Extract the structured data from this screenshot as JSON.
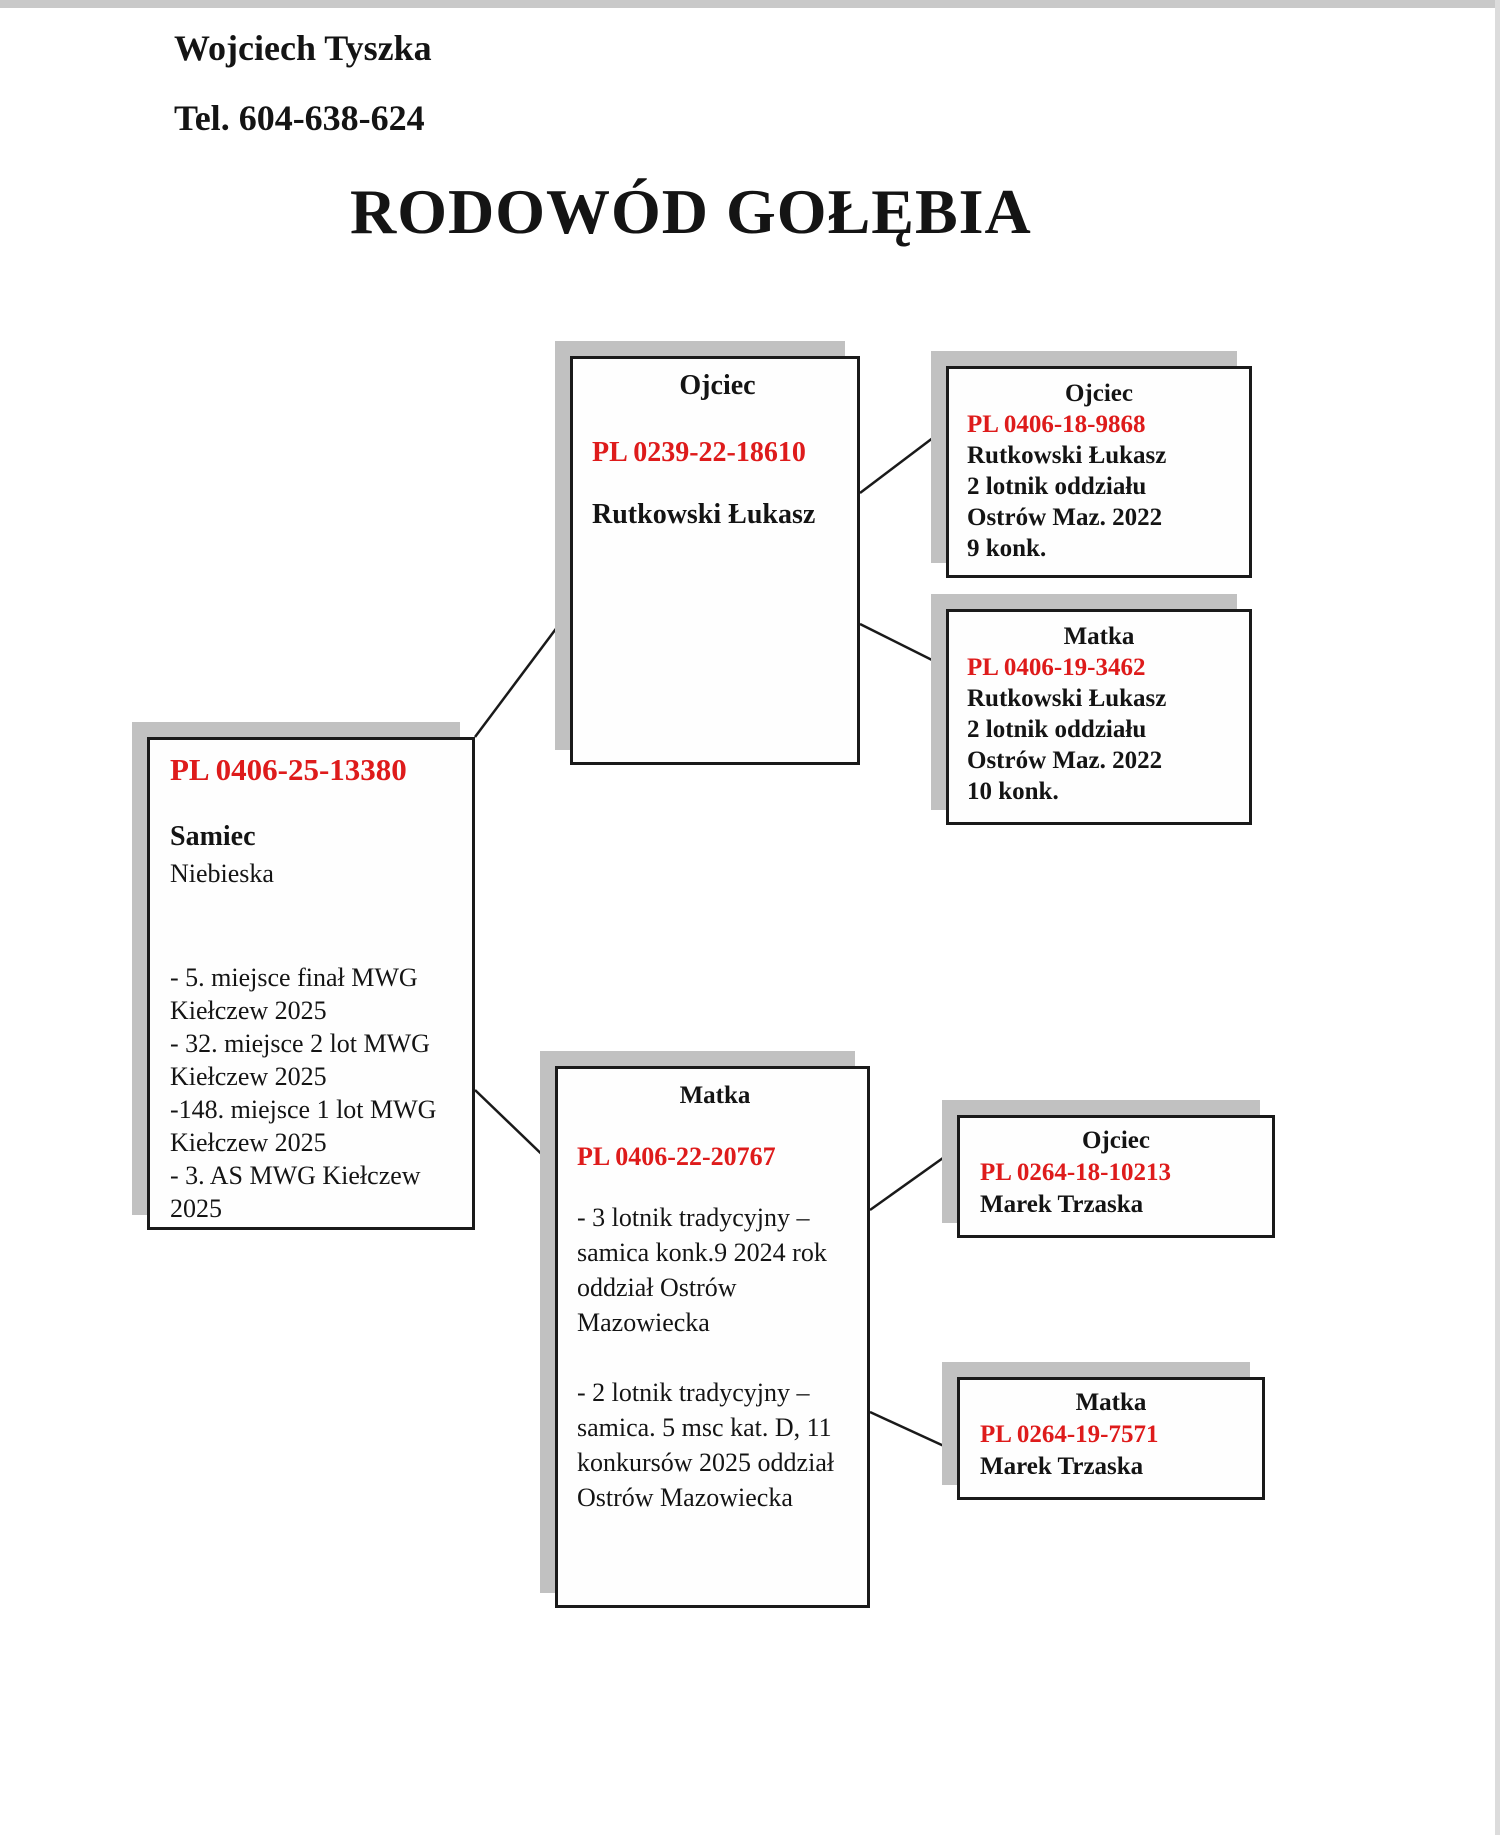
{
  "colors": {
    "ring_red": "#de1b1b",
    "box_border": "#1a1a1a",
    "box_shadow": "#c1c1c1"
  },
  "header": {
    "name": "Wojciech Tyszka",
    "phone": "Tel. 604-638-624"
  },
  "title": "RODOWÓD GOŁĘBIA",
  "subject": {
    "ring": "PL 0406-25-13380",
    "sex": "Samiec",
    "color_desc": "Niebieska",
    "result_lines": [
      "- 5. miejsce finał MWG",
      "Kiełczew 2025",
      "- 32. miejsce 2 lot MWG",
      "Kiełczew 2025",
      "-148. miejsce 1 lot MWG",
      "Kiełczew 2025",
      "- 3. AS MWG Kiełczew",
      "2025"
    ]
  },
  "father": {
    "label": "Ojciec",
    "ring": "PL 0239-22-18610",
    "name": "Rutkowski Łukasz"
  },
  "mother": {
    "label": "Matka",
    "ring": "PL 0406-22-20767",
    "result_lines": [
      "- 3 lotnik tradycyjny –",
      "samica konk.9 2024 rok",
      "oddział Ostrów",
      "Mazowiecka",
      "",
      "- 2 lotnik tradycyjny –",
      "samica. 5 msc kat. D, 11",
      "konkursów 2025 oddział",
      "Ostrów Mazowiecka"
    ]
  },
  "father_father": {
    "label": "Ojciec",
    "ring": "PL 0406-18-9868",
    "lines": [
      "Rutkowski Łukasz",
      "2 lotnik oddziału",
      "Ostrów Maz. 2022",
      "9 konk."
    ]
  },
  "father_mother": {
    "label": "Matka",
    "ring": "PL 0406-19-3462",
    "lines": [
      "Rutkowski Łukasz",
      "2 lotnik oddziału",
      "Ostrów Maz. 2022",
      "10 konk."
    ]
  },
  "mother_father": {
    "label": "Ojciec",
    "ring": "PL 0264-18-10213",
    "lines": [
      "Marek Trzaska"
    ]
  },
  "mother_mother": {
    "label": "Matka",
    "ring": "PL 0264-19-7571",
    "lines": [
      "Marek Trzaska"
    ]
  }
}
